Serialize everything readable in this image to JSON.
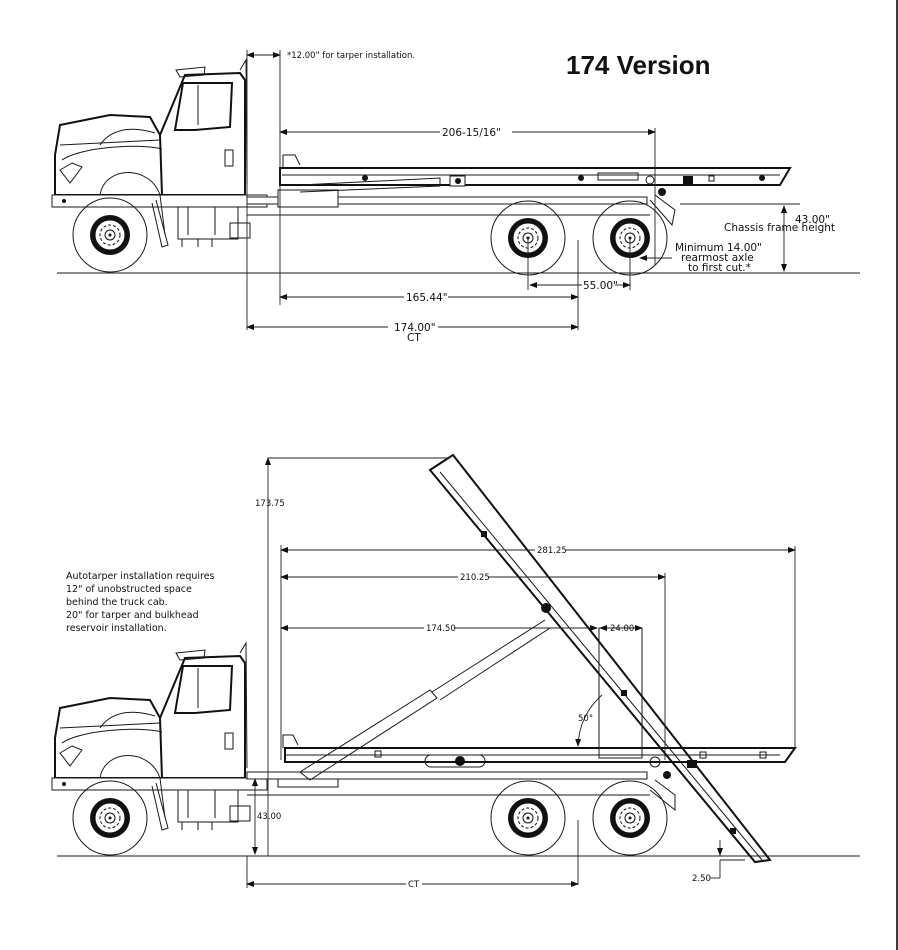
{
  "title": "174 Version",
  "top_view": {
    "tarper_note": "*12.00\" for tarper installation.",
    "overall_length": "206-15/16\"",
    "chassis_height_value": "43.00\"",
    "chassis_height_label": "Chassis frame height",
    "min_cut_line1": "Minimum 14.00\"",
    "min_cut_line2": "rearmost axle",
    "min_cut_line3": "to first cut.*",
    "axle_spacing": "55.00\"",
    "cab_to_axle_body": "165.44\"",
    "ct_value": "174.00\"",
    "ct_label": "CT"
  },
  "bottom_view": {
    "dump_height": "173.75",
    "dim_281": "281.25",
    "dim_210": "210.25",
    "dim_174": "174.50",
    "dim_24": "24.00",
    "angle": "50°",
    "frame_height": "43.00",
    "ct_label": "CT",
    "ground_clearance": "2.50",
    "autotarper_note": [
      "Autotarper installation requires",
      "12\" of unobstructed space",
      "behind the truck cab.",
      "20\" for tarper and bulkhead",
      "reservoir installation."
    ]
  }
}
